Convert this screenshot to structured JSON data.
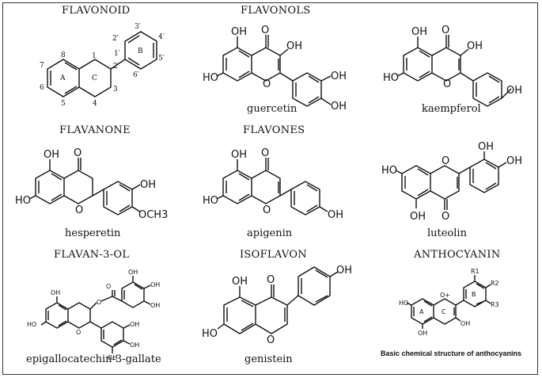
{
  "panels": [
    {
      "title": "FLAVONOID",
      "name": ""
    },
    {
      "title": "FLAVONOLS",
      "name": "guercetin"
    },
    {
      "title": "",
      "name": "kaempferol"
    },
    {
      "title": "FLAVANONE",
      "name": "hesperetin"
    },
    {
      "title": "FLAVONES",
      "name": "apigenin"
    },
    {
      "title": "",
      "name": "luteolin"
    },
    {
      "title": "FLAVAN-3-OL",
      "name": "epigallocatechin-3-gallate"
    },
    {
      "title": "ISOFLAVON",
      "name": "genistein"
    },
    {
      "title": "ANTHOCYANIN",
      "name": ""
    }
  ],
  "labels": {
    "flavonoid": {
      "o1": "1",
      "c2": "2",
      "c3": "3",
      "c4": "4",
      "c5": "5",
      "c6": "6",
      "c7": "7",
      "c8": "8",
      "ringA": "A",
      "ringB": "B",
      "ringC": "C",
      "p1": "1′",
      "p2": "2′",
      "p3": "3′",
      "p4": "4′",
      "p5": "5′",
      "p6": "6′"
    },
    "oh": "OH",
    "ho": "HO",
    "o": "O",
    "och3": "OCH3",
    "anth": {
      "r1": "R1",
      "r2": "R2",
      "r3": "R3",
      "ringA": "A",
      "ringB": "B",
      "ringC": "C",
      "oplus": "O+"
    }
  },
  "caption": "Basic chemical structure of anthocyanins"
}
